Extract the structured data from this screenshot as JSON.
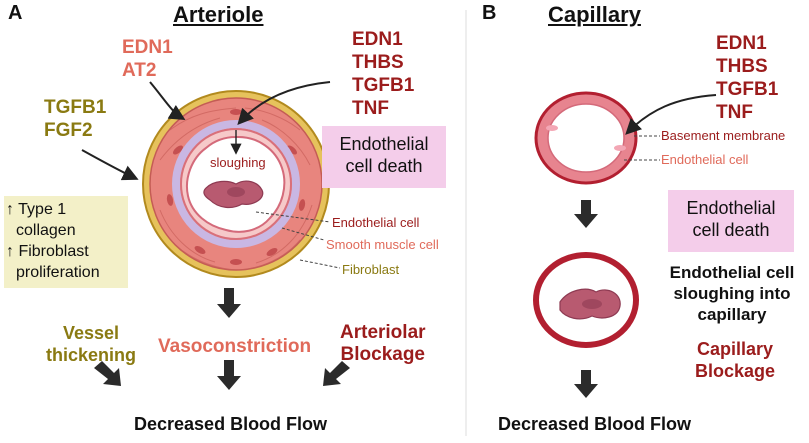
{
  "panel_a": {
    "letter": "A",
    "title": "Arteriole",
    "factors_left_top": [
      "EDN1",
      "AT2"
    ],
    "factors_left_mid": [
      "TGFB1",
      "FGF2"
    ],
    "factors_right": [
      "EDN1",
      "THBS",
      "TGFB1",
      "TNF"
    ],
    "sloughing": "sloughing",
    "cell_death": [
      "Endothelial",
      "cell death"
    ],
    "effects": [
      "Type 1",
      "collagen",
      "Fibroblast",
      "proliferation"
    ],
    "effect_arrow_glyph": "↑",
    "labels": {
      "endothelial": "Endothelial cell",
      "smooth_muscle": "Smooth muscle cell",
      "fibroblast": "Fibroblast"
    },
    "outcomes": {
      "vessel": [
        "Vessel",
        "thickening"
      ],
      "vasoconstriction": "Vasoconstriction",
      "blockage": [
        "Arteriolar",
        "Blockage"
      ]
    },
    "result": "Decreased Blood Flow"
  },
  "panel_b": {
    "letter": "B",
    "title": "Capillary",
    "factors": [
      "EDN1",
      "THBS",
      "TGFB1",
      "TNF"
    ],
    "labels": {
      "basement": "Basement membrane",
      "endothelial": "Endothelial cell"
    },
    "cell_death": [
      "Endothelial",
      "cell death"
    ],
    "sloughing": [
      "Endothelial cell",
      "sloughing into",
      "capillary"
    ],
    "blockage": [
      "Capillary",
      "Blockage"
    ],
    "result": "Decreased Blood Flow"
  },
  "colors": {
    "dark_red": "#9b1c1c",
    "salmon": "#e06a5a",
    "olive": "#8a7a12",
    "pink_box": "#f4cdea",
    "yellow_box": "#f3f0c8",
    "vessel_wall": "#e8857e",
    "fibroblast_layer": "#e6c25c",
    "elastic_layer": "#c9b7e3"
  }
}
